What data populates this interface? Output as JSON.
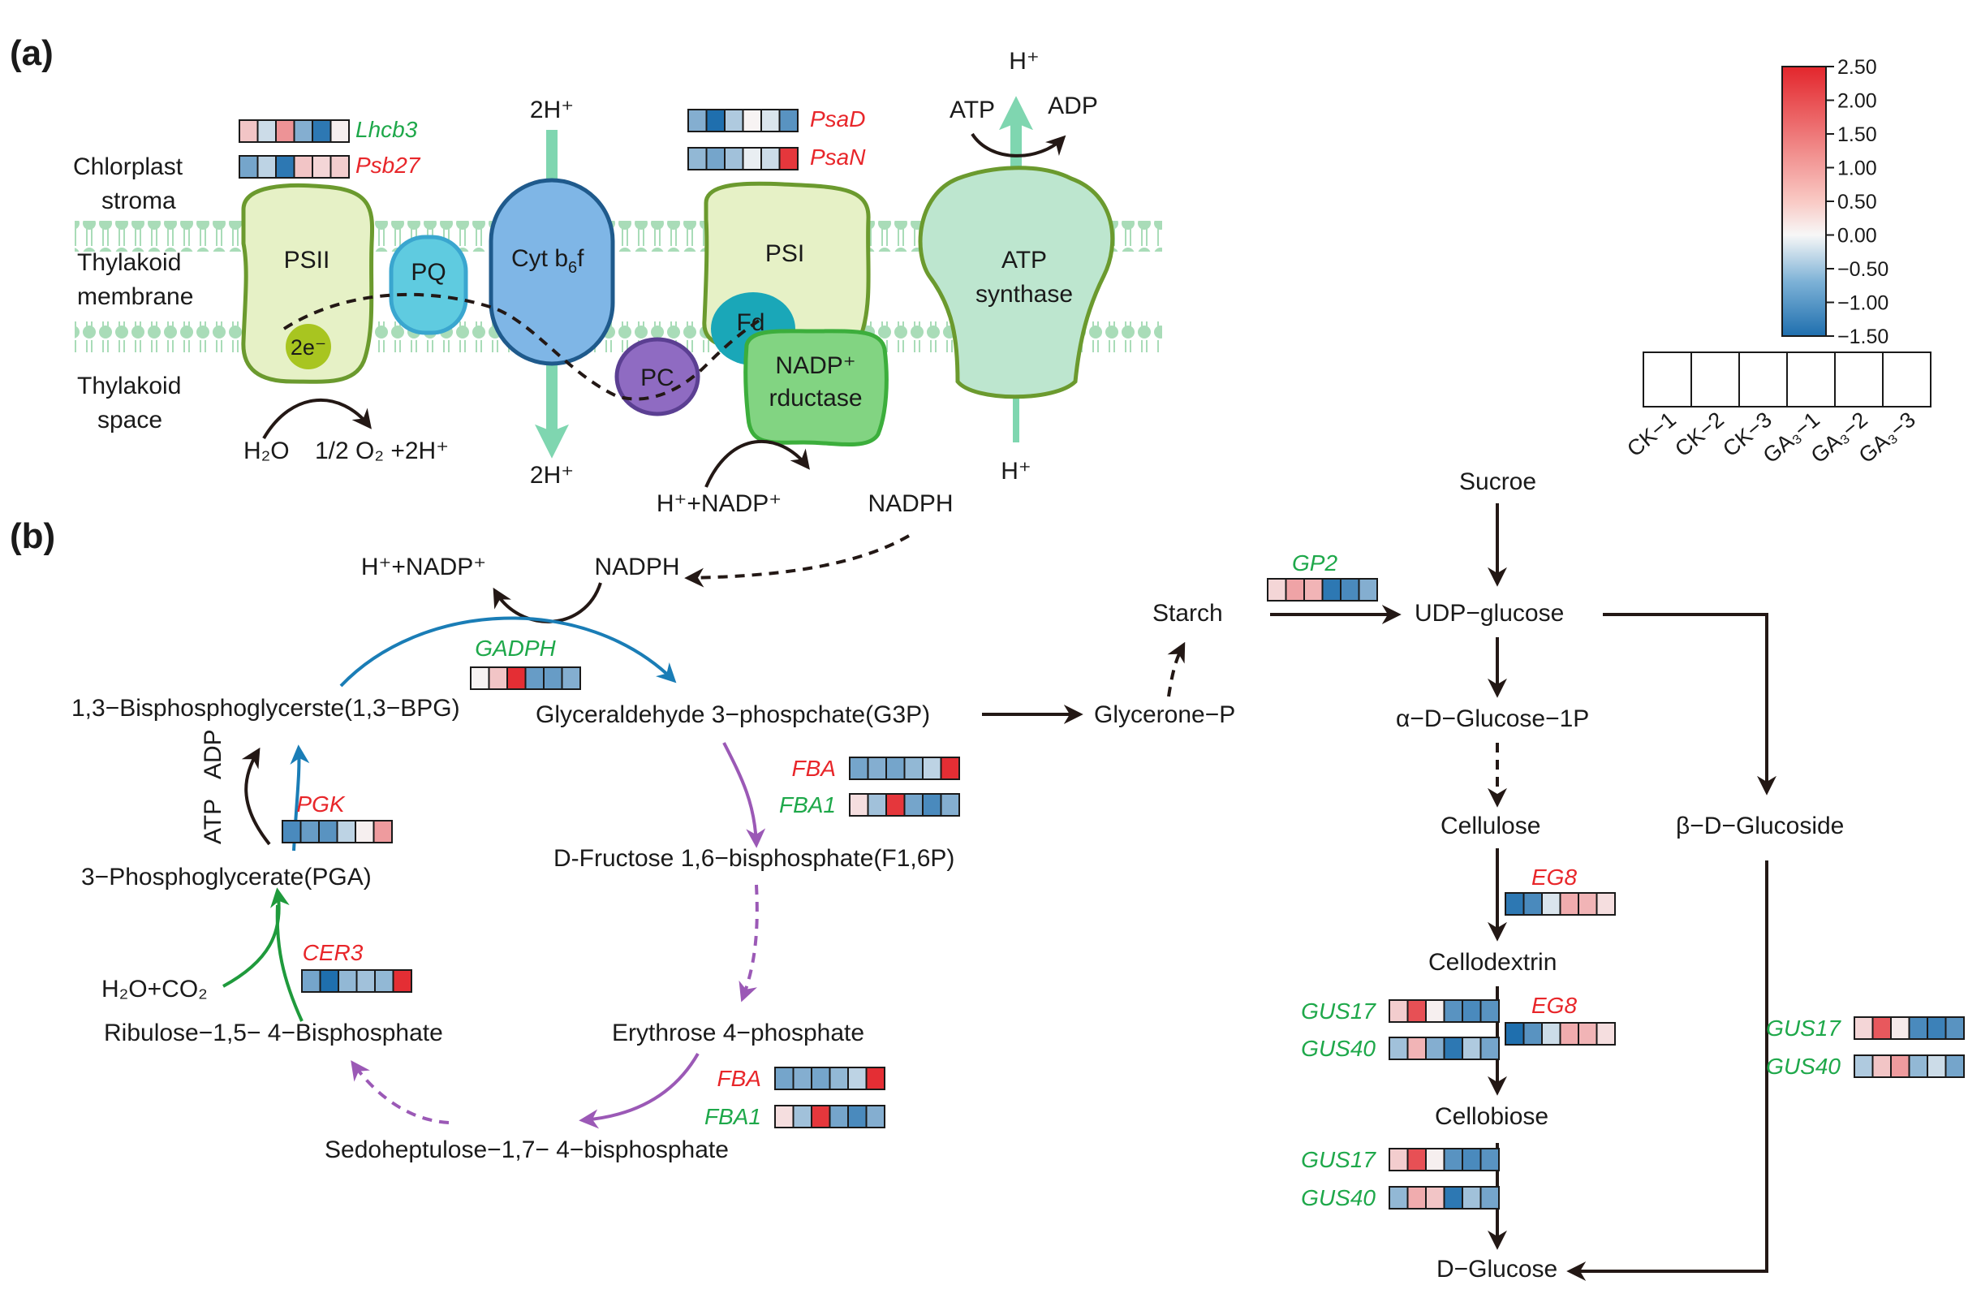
{
  "panels": {
    "a": "(a)",
    "b": "(b)"
  },
  "palette": {
    "low": "#1f6fae",
    "mid": "#f7f7f7",
    "high": "#e3262c"
  },
  "panel_a": {
    "regions": {
      "stroma_1": "Chlorplast",
      "stroma_2": "stroma",
      "membrane_1": "Thylakoid",
      "membrane_2": "membrane",
      "space_1": "Thylakoid",
      "space_2": "space"
    },
    "complexes": {
      "psii": "PSII",
      "pq": "PQ",
      "electron": "2e⁻",
      "cyt_b6f": "Cyt b",
      "cyt_b6f_sub": "6",
      "cyt_b6f_end": "f",
      "psi": "PSI",
      "fd": "Fd",
      "pc": "PC",
      "nadp_reductase_1": "NADP⁺",
      "nadp_reductase_2": "rductase",
      "atp_synthase_1": "ATP",
      "atp_synthase_2": "synthase"
    },
    "labels": {
      "cyt_top": "2H⁺",
      "cyt_bottom": "2H⁺",
      "water": "H₂O",
      "oxygen": "1/2 O₂ +2H⁺",
      "nadp_in": "H⁺+NADP⁺",
      "nadph_out": "NADPH",
      "atp": "ATP",
      "adp": "ADP",
      "h_top": "H⁺",
      "h_bottom": "H⁺"
    }
  },
  "legend": {
    "ticks": [
      "2.50",
      "2.00",
      "1.50",
      "1.00",
      "0.50",
      "0.00",
      "−0.50",
      "−1.00",
      "−1.50"
    ],
    "samples": [
      "CK−1",
      "CK−2",
      "CK−3",
      "GA₃−1",
      "GA₃−2",
      "GA₃−3"
    ]
  },
  "panel_b": {
    "metabolites": {
      "bpg": "1,3−Bisphosphoglycerste(1,3−BPG)",
      "g3p": "Glyceraldehyde 3−phospchate(G3P)",
      "glycerone": "Glycerone−P",
      "pga": "3−Phosphoglycerate(PGA)",
      "f16p": "D-Fructose 1,6−bisphosphate(F1,6P)",
      "h2o_co2": "H₂O+CO₂",
      "rubp": "Ribulose−1,5− 4−Bisphosphate",
      "e4p": "Erythrose 4−phosphate",
      "s17p": "Sedoheptulose−1,7− 4−bisphosphate",
      "nadp_in": "H⁺+NADP⁺",
      "nadph": "NADPH",
      "atp": "ATP",
      "adp": "ADP",
      "starch": "Starch",
      "sucroe": "Sucroe",
      "udp_glucose": "UDP−glucose",
      "glucose_1p": "α−D−Glucose−1P",
      "cellulose": "Cellulose",
      "cellodextrin": "Cellodextrin",
      "cellobiose": "Cellobiose",
      "d_glucose": "D−Glucose",
      "glucoside": "β−D−Glucoside"
    }
  },
  "genes": [
    {
      "id": "lhcb3",
      "name": "Lhcb3",
      "color": "green",
      "values": [
        0.6,
        -0.3,
        1.2,
        -0.8,
        -1.4,
        0.1
      ]
    },
    {
      "id": "psb27",
      "name": "Psb27",
      "color": "red",
      "values": [
        -0.9,
        -0.4,
        -1.4,
        0.6,
        0.4,
        0.5
      ]
    },
    {
      "id": "psad",
      "name": "PsaD",
      "color": "red",
      "values": [
        -0.8,
        -1.5,
        -0.5,
        0.05,
        -0.2,
        -1.1
      ]
    },
    {
      "id": "psan",
      "name": "PsaN",
      "color": "red",
      "values": [
        -0.7,
        -0.9,
        -0.6,
        -0.1,
        -0.3,
        2.3
      ]
    },
    {
      "id": "gadph",
      "name": "GADPH",
      "color": "green",
      "values": [
        0.05,
        0.6,
        2.4,
        -1.0,
        -1.0,
        -0.8
      ]
    },
    {
      "id": "pgk",
      "name": "PGK",
      "color": "red",
      "values": [
        -1.2,
        -1.0,
        -1.1,
        -0.4,
        0.1,
        1.1
      ]
    },
    {
      "id": "fba_1",
      "name": "FBA",
      "color": "red",
      "values": [
        -0.9,
        -0.8,
        -0.9,
        -0.7,
        -0.4,
        2.4
      ]
    },
    {
      "id": "fba1_1",
      "name": "FBA1",
      "color": "green",
      "values": [
        0.3,
        -0.6,
        2.3,
        -0.9,
        -1.2,
        -0.8
      ]
    },
    {
      "id": "cer3",
      "name": "CER3",
      "color": "red",
      "values": [
        -0.9,
        -1.5,
        -0.7,
        -0.6,
        -0.7,
        2.4
      ]
    },
    {
      "id": "fba_2",
      "name": "FBA",
      "color": "red",
      "values": [
        -0.9,
        -0.8,
        -0.9,
        -0.7,
        -0.4,
        2.4
      ]
    },
    {
      "id": "fba1_2",
      "name": "FBA1",
      "color": "green",
      "values": [
        0.3,
        -0.6,
        2.3,
        -0.9,
        -1.2,
        -0.8
      ]
    },
    {
      "id": "gp2",
      "name": "GP2",
      "color": "green",
      "values": [
        0.4,
        1.0,
        0.8,
        -1.4,
        -1.2,
        -0.8
      ]
    },
    {
      "id": "eg8_1",
      "name": "EG8",
      "color": "red",
      "values": [
        -1.4,
        -1.2,
        -0.2,
        0.9,
        0.8,
        0.3
      ]
    },
    {
      "id": "eg8_2",
      "name": "EG8",
      "color": "red",
      "values": [
        -1.5,
        -1.1,
        -0.3,
        0.9,
        0.8,
        0.3
      ]
    },
    {
      "id": "gus17_1",
      "name": "GUS17",
      "color": "green",
      "values": [
        0.5,
        2.0,
        0.1,
        -1.1,
        -1.2,
        -1.1
      ]
    },
    {
      "id": "gus40_1",
      "name": "GUS40",
      "color": "green",
      "values": [
        -0.6,
        0.8,
        -0.8,
        -1.4,
        -0.5,
        -0.9
      ]
    },
    {
      "id": "gus17_2",
      "name": "GUS17",
      "color": "green",
      "values": [
        0.4,
        1.9,
        0.15,
        -1.2,
        -1.3,
        -1.1
      ]
    },
    {
      "id": "gus40_2",
      "name": "GUS40",
      "color": "green",
      "values": [
        -0.5,
        0.6,
        1.1,
        -0.7,
        -0.3,
        -0.9
      ]
    },
    {
      "id": "gus17_3",
      "name": "GUS17",
      "color": "green",
      "values": [
        0.5,
        2.0,
        0.1,
        -1.1,
        -1.2,
        -1.1
      ]
    },
    {
      "id": "gus40_3",
      "name": "GUS40",
      "color": "green",
      "values": [
        -0.7,
        0.9,
        0.6,
        -1.4,
        -0.6,
        -0.9
      ]
    }
  ]
}
